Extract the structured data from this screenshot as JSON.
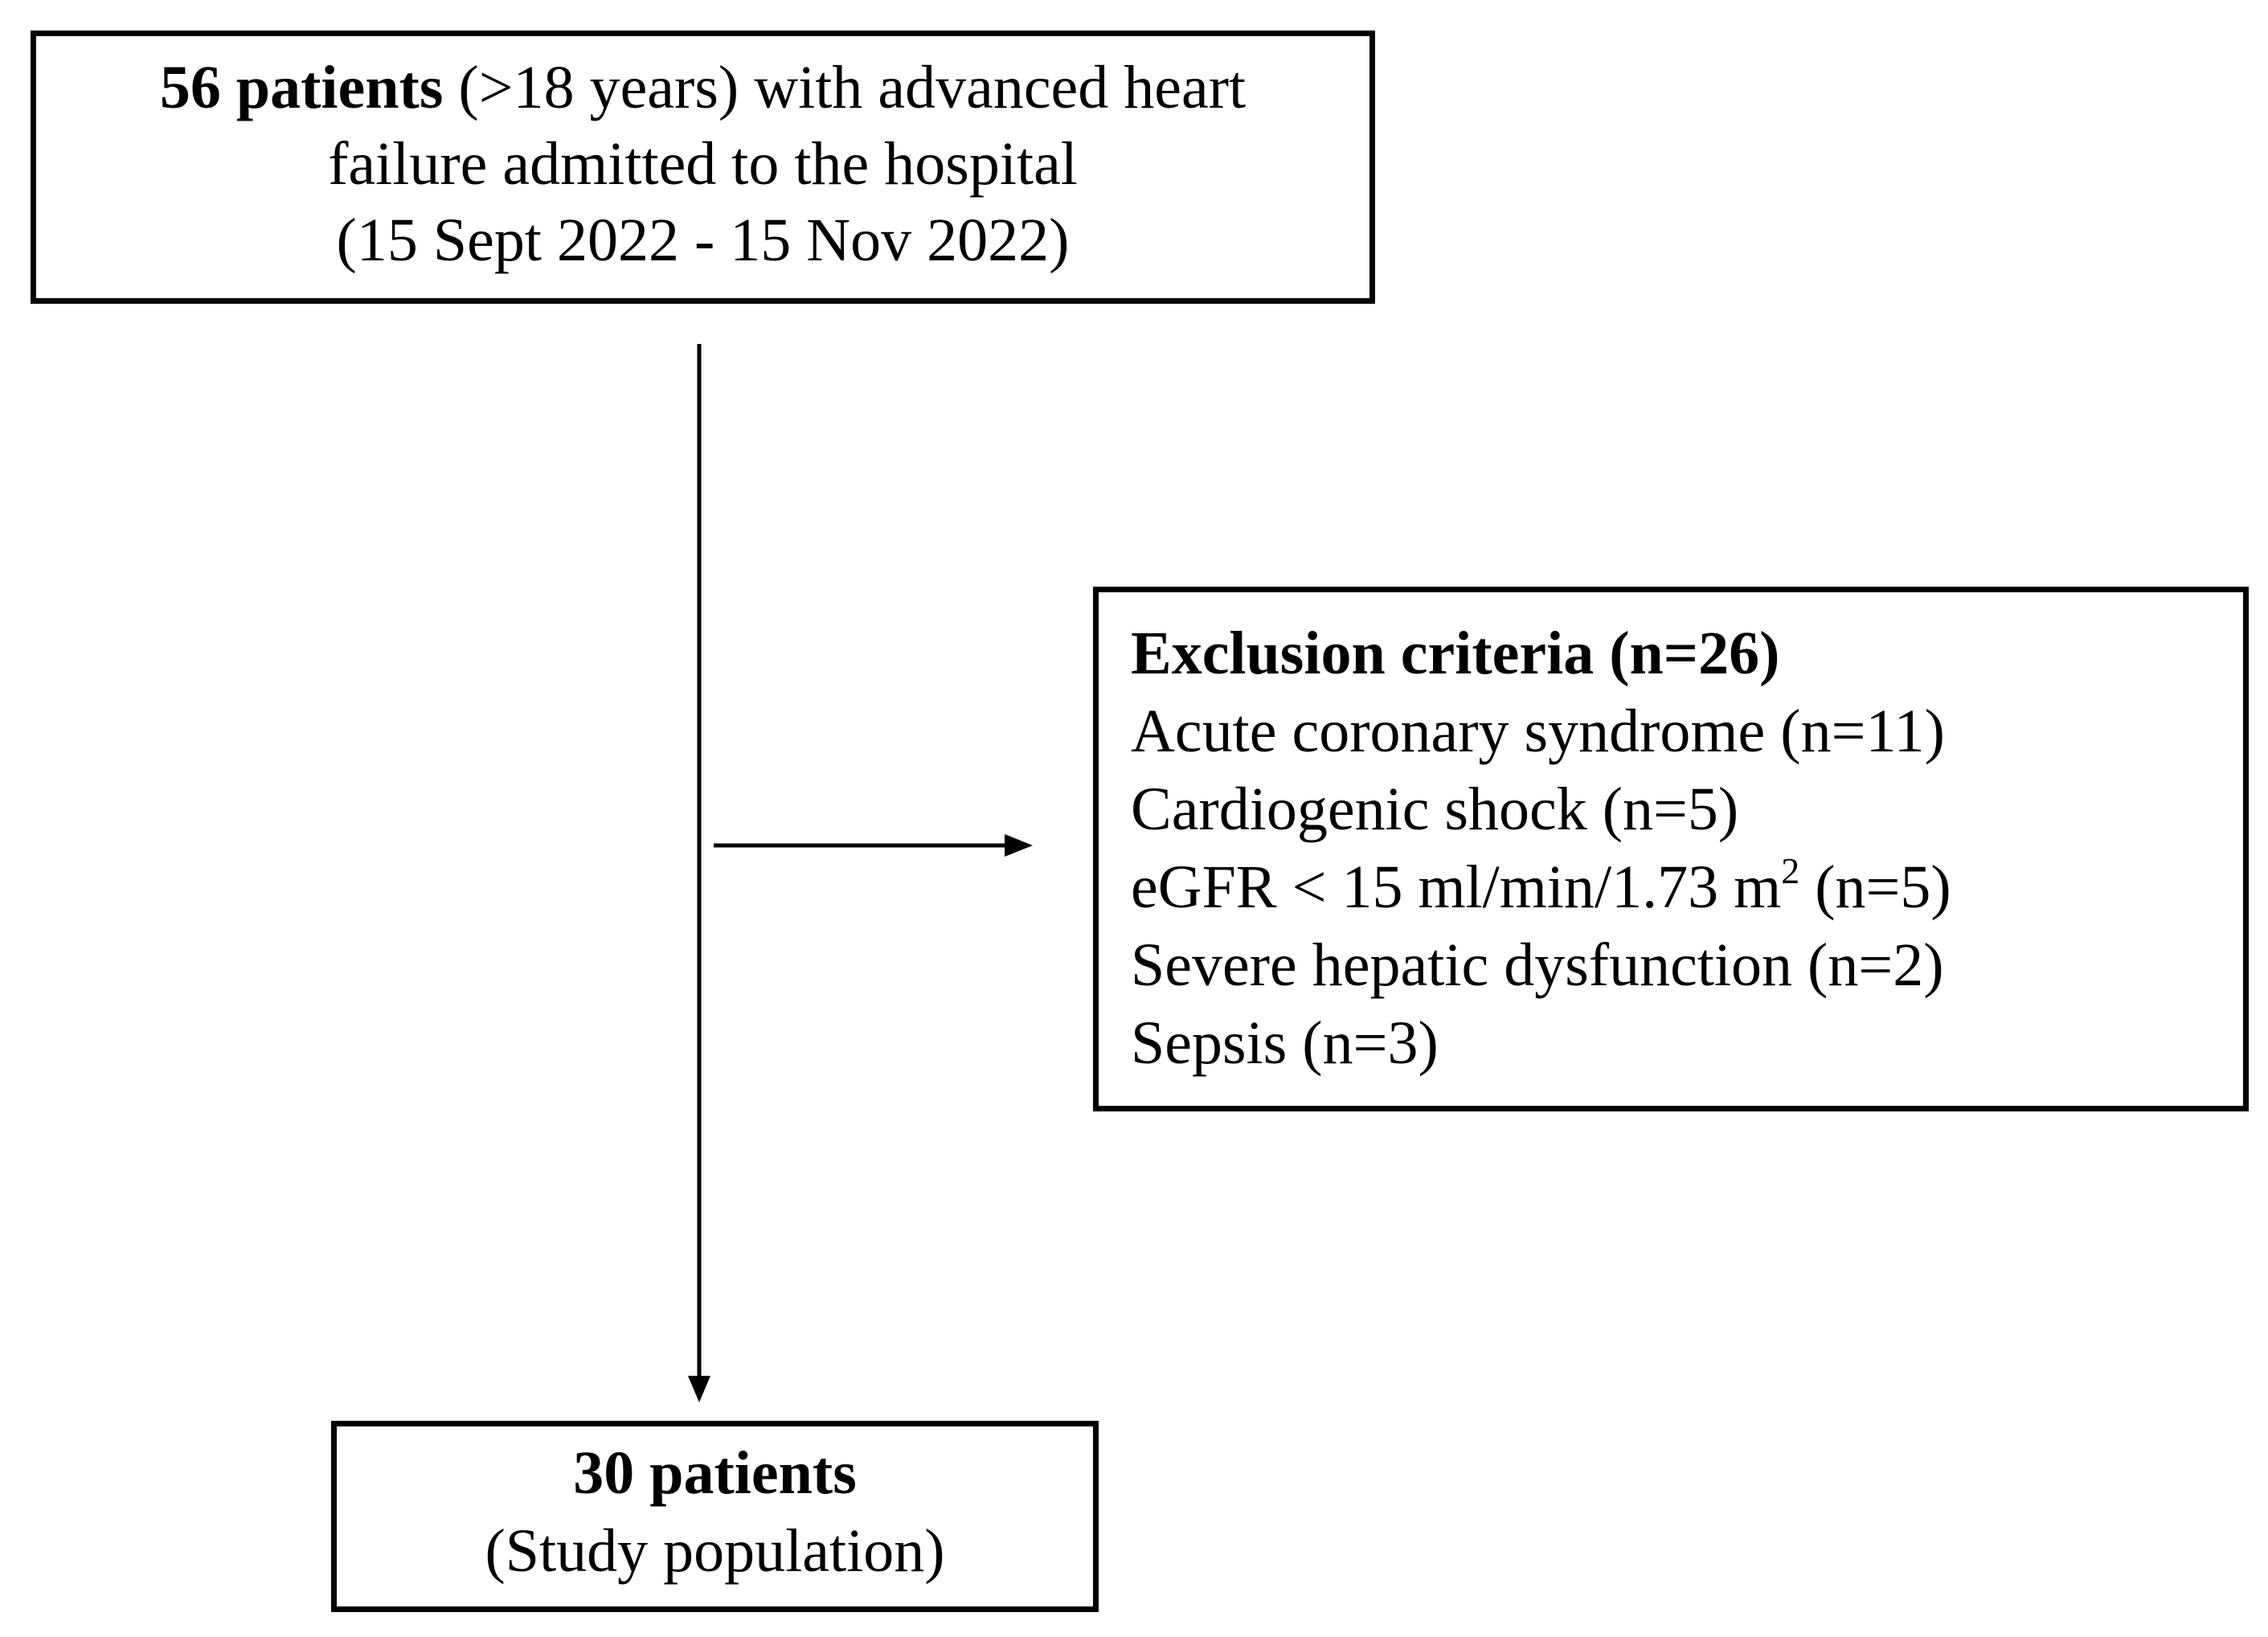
{
  "top_box": {
    "line1_bold": "56 patients",
    "line1_rest": " (>18 years) with advanced heart",
    "line2": "failure admitted to the hospital",
    "line3": "(15 Sept 2022 - 15 Nov 2022)"
  },
  "exclusion_box": {
    "title": "Exclusion criteria (n=26)",
    "items": [
      "Acute coronary syndrome (n=11)",
      "Cardiogenic shock (n=5)"
    ],
    "egfr": {
      "prefix": "eGFR < 15 ml/min/1.73 m",
      "superscript": "2",
      "suffix": " (n=5)"
    },
    "items_after": [
      "Severe hepatic dysfunction (n=2)",
      "Sepsis (n=3)"
    ]
  },
  "bottom_box": {
    "line1_bold": "30 patients",
    "line2": "(Study population)"
  }
}
